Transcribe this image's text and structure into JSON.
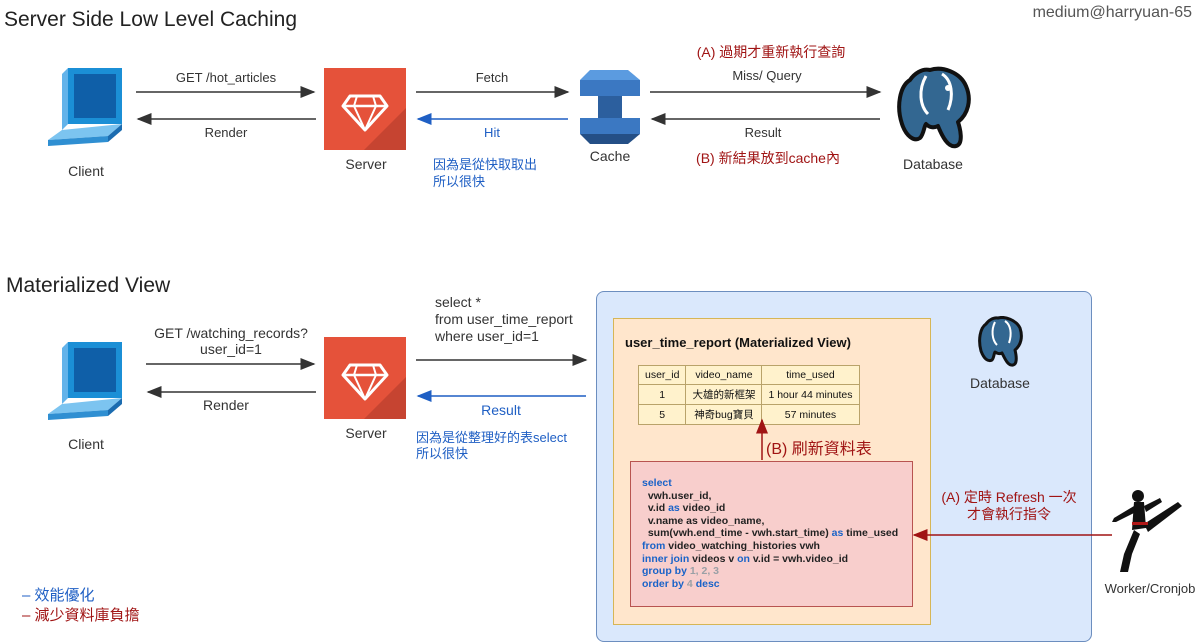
{
  "watermark": "medium@harryuan-65",
  "section1": {
    "title": "Server Side Low Level Caching",
    "client_label": "Client",
    "server_label": "Server",
    "cache_label": "Cache",
    "database_label": "Database",
    "arrow_get": "GET /hot_articles",
    "arrow_render": "Render",
    "arrow_fetch": "Fetch",
    "arrow_hit": "Hit",
    "hit_note_line1": "因為是從快取取出",
    "hit_note_line2": "所以很快",
    "note_a": "(A) 過期才重新執行查詢",
    "arrow_miss": "Miss/ Query",
    "arrow_result": "Result",
    "note_b": "(B) 新結果放到cache內"
  },
  "section2": {
    "title": "Materialized View",
    "client_label": "Client",
    "server_label": "Server",
    "get_line1": "GET /watching_records?",
    "get_line2": "user_id=1",
    "render": "Render",
    "query_line1": "select *",
    "query_line2": "from user_time_report",
    "query_line3": "where user_id=1",
    "result": "Result",
    "result_note_line1": "因為是從整理好的表select",
    "result_note_line2": "所以很快",
    "database_label": "Database",
    "mv_title": "user_time_report (Materialized View)",
    "table": {
      "headers": [
        "user_id",
        "video_name",
        "time_used"
      ],
      "rows": [
        [
          "1",
          "大雄的新框架",
          "1 hour 44 minutes"
        ],
        [
          "5",
          "神奇bug寶貝",
          "57 minutes"
        ]
      ]
    },
    "refresh_label": "(B) 刷新資料表",
    "sql": {
      "kw_select": "select",
      "line_vwh_user": "vwh.user_id,",
      "line_vid_pre": "v.id ",
      "kw_as": "as",
      "line_vid_post": " video_id",
      "line_vname": "v.name as video_name,",
      "line_sum_pre": "sum(vwh.end_time - vwh.start_time) ",
      "line_sum_post": " time_used",
      "kw_from": "from",
      "line_from_post": " video_watching_histories vwh",
      "kw_inner_join": "inner join",
      "line_join_mid": " videos v ",
      "kw_on": "on",
      "line_join_post": " v.id = vwh.video_id",
      "kw_group_by": "group by",
      "group_nums": " 1, 2, 3",
      "kw_order_by": "order by",
      "order_num": " 4 ",
      "kw_desc": "desc"
    },
    "cron_note_line1": "(A) 定時 Refresh 一次",
    "cron_note_line2": "才會執行指令",
    "worker_label": "Worker/Cronjob"
  },
  "bullets": [
    {
      "text": "– 效能優化",
      "color": "#1f5fc4"
    },
    {
      "text": "– 減少資料庫負擔",
      "color": "#a01414"
    }
  ],
  "colors": {
    "server_red": "#e5523a",
    "client_blue": "#1b8fd6",
    "cache_blue": "#3b78c2",
    "hit_blue": "#1f5fc4",
    "note_red": "#a01414",
    "db_container": "#dae8fc",
    "mv_box": "#ffe6cc",
    "sql_box": "#f8cecc"
  }
}
